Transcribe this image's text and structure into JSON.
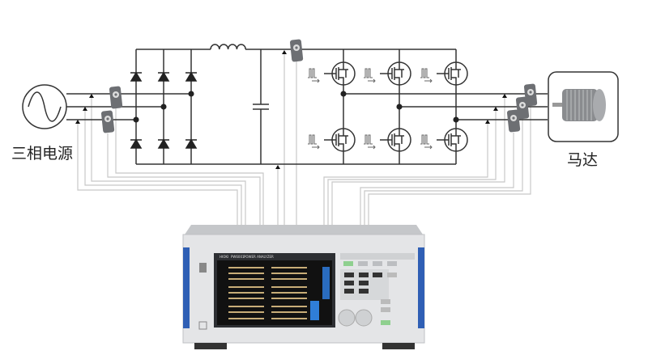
{
  "labels": {
    "source": "三相电源",
    "motor": "马达"
  },
  "instrument": {
    "brand": "HIOKI",
    "model": "PW6001",
    "type": "POWER ANALYZER"
  },
  "colors": {
    "wire": "#333333",
    "signal_wire": "#c8c8c8",
    "instrument_body": "#e6e7e9",
    "instrument_handle": "#2f5fb5",
    "screen": "#1a1a1a"
  }
}
